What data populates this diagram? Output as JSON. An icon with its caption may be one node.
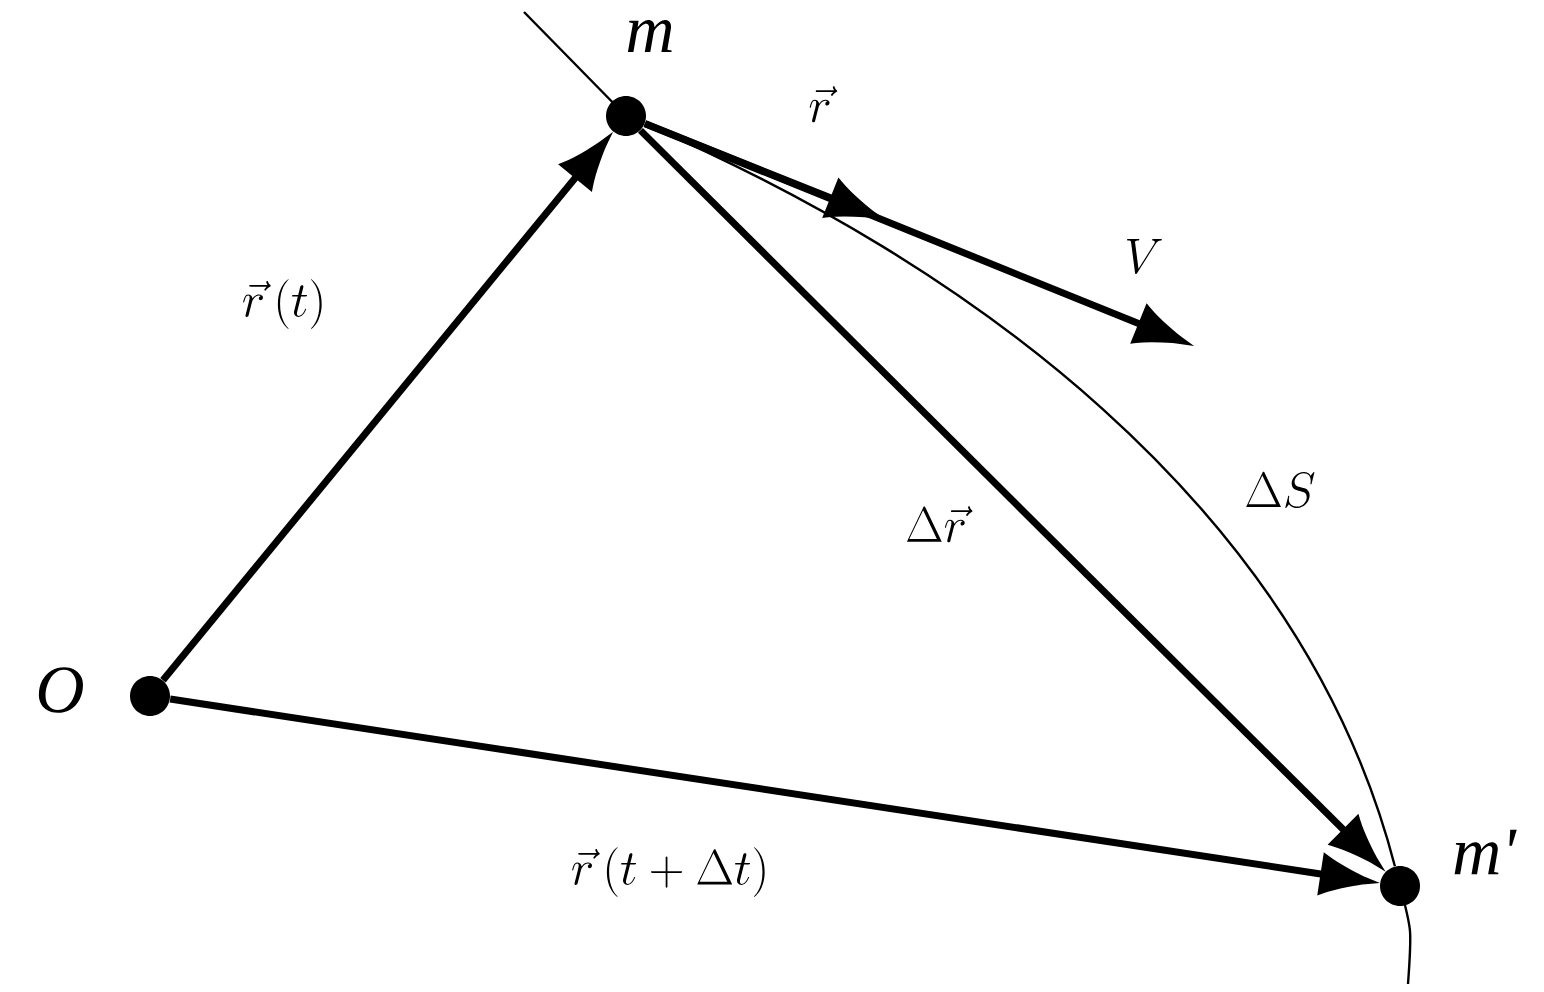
{
  "diagram": {
    "nodes": [
      {
        "text": [],
        "shape": "circle",
        "beside": [
          "O"
        ]
      },
      {
        "text": [],
        "shape": "circle",
        "beside": [
          "m"
        ]
      },
      {
        "text": [],
        "shape": "circle",
        "beside": [
          "m'"
        ]
      }
    ],
    "edges": [
      {
        "from": 0,
        "to": 1,
        "arrow": "to",
        "label": "\\vec{r}\\,(t)"
      },
      {
        "from": 0,
        "to": 2,
        "arrow": "to",
        "label": "\\vec{r}\\,(t+\\Delta t)"
      },
      {
        "from": 1,
        "to": 2,
        "arrow": "to",
        "label": "\\Delta\\vec{r}"
      },
      {
        "from": 1,
        "to": 2,
        "arrow": "none",
        "label": "\\Delta S"
      },
      {
        "from": 1,
        "to": null,
        "arrow": "to",
        "label": "\\vec{r}"
      },
      {
        "from": 1,
        "to": null,
        "arrow": "to",
        "label": "V"
      }
    ]
  }
}
